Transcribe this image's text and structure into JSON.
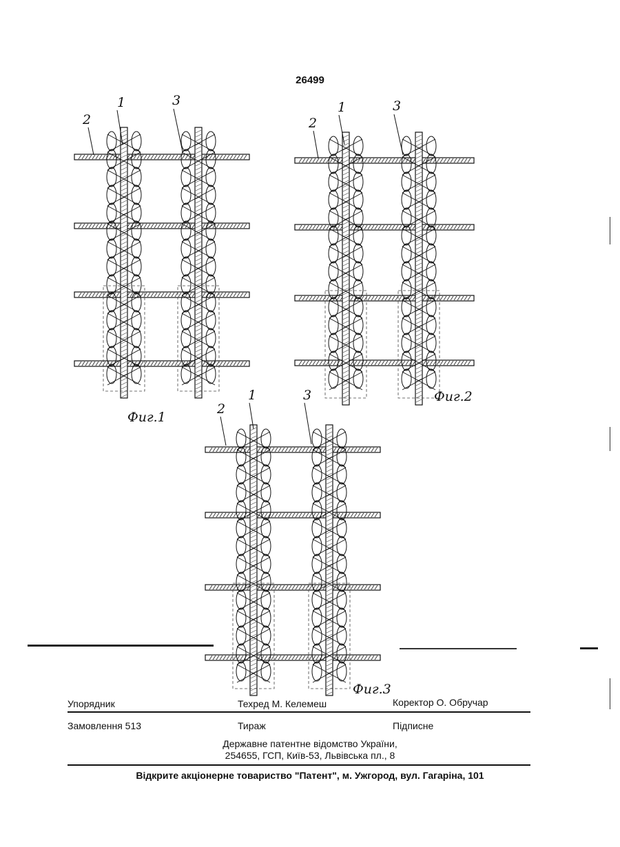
{
  "page_number": "26499",
  "figures": [
    {
      "caption": "Фиг.1",
      "labels": [
        "2",
        "1",
        "3"
      ]
    },
    {
      "caption": "Фиг.2",
      "labels": [
        "2",
        "1",
        "3"
      ]
    },
    {
      "caption": "Фиг.3",
      "labels": [
        "2",
        "1",
        "3"
      ]
    }
  ],
  "footer": {
    "compiler": "Упорядник",
    "techred": "Техред М. Келемеш",
    "corrector": "Коректор О. Обручар",
    "order": "Замовлення 513",
    "circulation": "Тираж",
    "subscription": "Підписне",
    "office_line1": "Державне патентне відомство України,",
    "office_line2": "254655, ГСП, Київ-53, Львівська пл., 8",
    "publisher": "Відкрите акціонерне товариство \"Патент\", м. Ужгород, вул. Гагаріна, 101"
  }
}
